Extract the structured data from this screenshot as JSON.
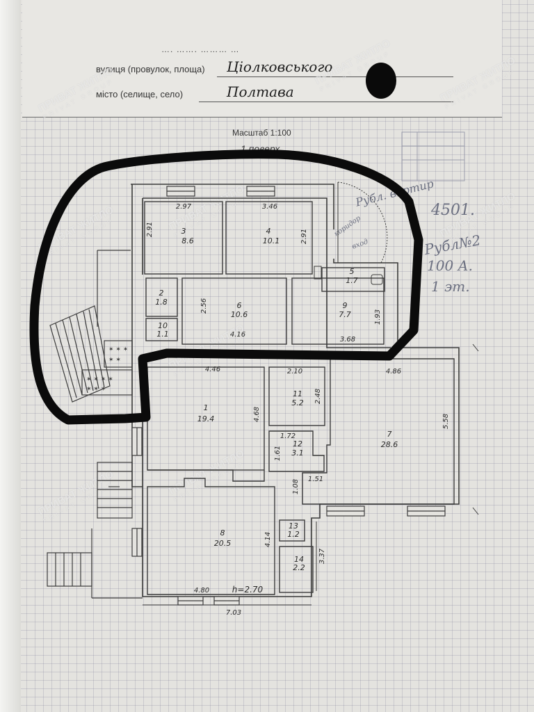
{
  "header": {
    "cutoff_line": "…. ……. ……… …",
    "street_label": "вулиця (провулок, площа)",
    "street_value": "Ціолковського",
    "city_label": "місто (селище, село)",
    "city_value": "Полтава",
    "scale_label": "Масштаб 1:100",
    "floor_label": "1 поверх"
  },
  "watermark": {
    "line1": "ПРИВАТ ЖИТЛО",
    "line2": "PRIVAT GROUP"
  },
  "rooms": [
    {
      "id": "room-3",
      "number": "3",
      "area": "8.6"
    },
    {
      "id": "room-4",
      "number": "4",
      "area": "10.1"
    },
    {
      "id": "room-5",
      "number": "5",
      "area": "1.7"
    },
    {
      "id": "room-2",
      "number": "2",
      "area": "1.8"
    },
    {
      "id": "room-10",
      "number": "10",
      "area": "1.1"
    },
    {
      "id": "room-6",
      "number": "6",
      "area": "10.6"
    },
    {
      "id": "room-9",
      "number": "9",
      "area": "7.7"
    },
    {
      "id": "room-1",
      "number": "1",
      "area": "19.4"
    },
    {
      "id": "room-11",
      "number": "11",
      "area": "5.2"
    },
    {
      "id": "room-12",
      "number": "12",
      "area": "3.1"
    },
    {
      "id": "room-7",
      "number": "7",
      "area": "28.6"
    },
    {
      "id": "room-8",
      "number": "8",
      "area": "20.5"
    },
    {
      "id": "room-13",
      "number": "13",
      "area": "1.2"
    },
    {
      "id": "room-14",
      "number": "14",
      "area": "2.2"
    }
  ],
  "dimensions": {
    "d297": "2.97",
    "d346": "3.46",
    "d291a": "2.91",
    "d291b": "2.91",
    "d256": "2.56",
    "d416": "4.16",
    "d368": "3.68",
    "d193": "1.93",
    "d446": "4.46",
    "d468": "4.68",
    "d210": "2.10",
    "d248": "2.48",
    "d486": "4.86",
    "d558": "5.58",
    "d172": "1.72",
    "d161": "1.61",
    "d108": "1.08",
    "d151": "1.51",
    "d414": "4.14",
    "d337": "3.37",
    "d480": "4.80",
    "height": "h=2.70",
    "d703": "7.03"
  },
  "pencil_notes": {
    "n1": "Рубл. вертир",
    "n2": "4501.",
    "n3": "Рубл№2",
    "n4": "100 А.",
    "n5": "1 эт.",
    "n6": "коридор",
    "n7": "вход"
  }
}
